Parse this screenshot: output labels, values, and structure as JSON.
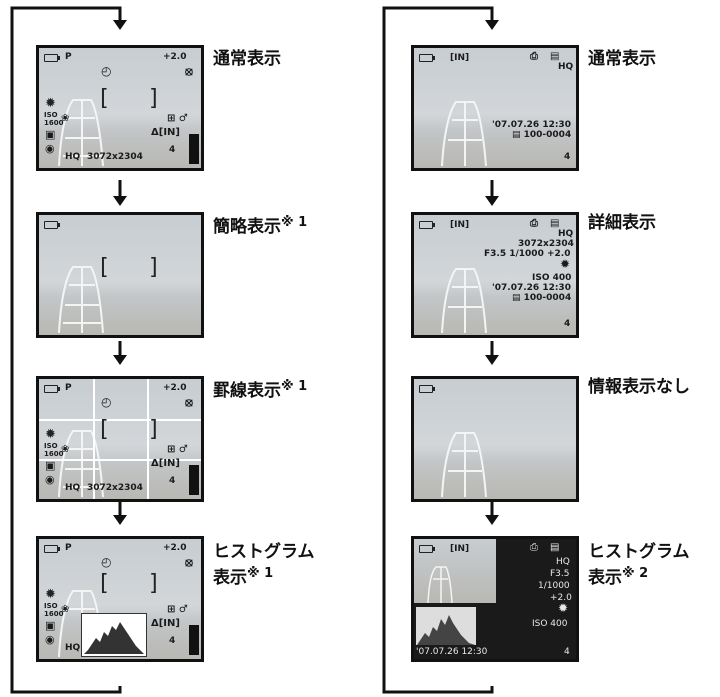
{
  "left_column": {
    "screens": [
      {
        "mode": "P",
        "ev": "+2.0",
        "iso_label": "ISO",
        "iso_value": "1600",
        "quality": "HQ",
        "resolution": "3072x2304",
        "card": "[IN]",
        "frames": "4"
      },
      {},
      {
        "mode": "P",
        "ev": "+2.0",
        "iso_label": "ISO",
        "iso_value": "1600",
        "quality": "HQ",
        "resolution": "3072x2304",
        "card": "[IN]",
        "frames": "4"
      },
      {
        "mode": "P",
        "ev": "+2.0",
        "iso_label": "ISO",
        "iso_value": "1600",
        "quality": "HQ",
        "frames": "4"
      }
    ],
    "labels": [
      {
        "text": "通常表示",
        "note": ""
      },
      {
        "text": "簡略表示",
        "note": "※ 1"
      },
      {
        "text": "罫線表示",
        "note": "※ 1"
      },
      {
        "line1": "ヒストグラム",
        "line2": "表示",
        "note": "※ 1"
      }
    ]
  },
  "right_column": {
    "screens": [
      {
        "memory": "[IN]",
        "quality": "HQ",
        "date": "'07.07.26",
        "time": "12:30",
        "file": "100-0004",
        "frame": "4"
      },
      {
        "memory": "[IN]",
        "quality": "HQ",
        "resolution": "3072x2304",
        "aperture": "F3.5",
        "shutter": "1/1000",
        "ev": "+2.0",
        "iso": "ISO 400",
        "date": "'07.07.26",
        "time": "12:30",
        "file": "100-0004",
        "frame": "4"
      },
      {},
      {
        "memory": "[IN]",
        "quality": "HQ",
        "aperture": "F3.5",
        "shutter": "1/1000",
        "ev": "+2.0",
        "iso": "ISO 400",
        "date": "'07.07.26",
        "time": "12:30",
        "frame": "4"
      }
    ],
    "labels": [
      {
        "text": "通常表示",
        "note": ""
      },
      {
        "text": "詳細表示",
        "note": ""
      },
      {
        "text": "情報表示なし",
        "note": ""
      },
      {
        "line1": "ヒストグラム",
        "line2": "表示",
        "note": "※ 2"
      }
    ]
  }
}
